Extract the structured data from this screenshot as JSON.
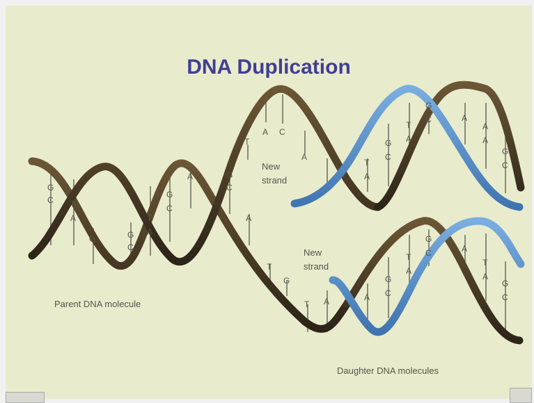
{
  "title": "DNA Duplication",
  "labels": {
    "parent": "Parent DNA molecule",
    "new_strand_top_1": "New",
    "new_strand_top_2": "strand",
    "new_strand_bottom_1": "New",
    "new_strand_bottom_2": "strand",
    "daughters": "Daughter DNA molecules"
  },
  "parent_bases_top": [
    "G",
    "T",
    "G",
    "G",
    "T",
    "G",
    "A",
    "G"
  ],
  "parent_bases_bottom": [
    "C",
    "A",
    "C",
    "C",
    "A",
    "C",
    "T",
    "C"
  ],
  "fork_bases": [
    "A",
    "C",
    "T",
    "A",
    "A",
    "T",
    "G",
    "T",
    "A"
  ],
  "daughter_top_bases": [
    "T",
    "G",
    "T",
    "G",
    "T",
    "G",
    "A",
    "G",
    "T"
  ],
  "daughter_bottom_bases": [
    "A",
    "C",
    "A",
    "C",
    "A",
    "C",
    "T",
    "C",
    "A"
  ],
  "colors": {
    "parent_strand": "#3a2e1f",
    "new_strand": "#4f86c0",
    "title": "#3f3f93",
    "background": "#e9ebcd"
  }
}
